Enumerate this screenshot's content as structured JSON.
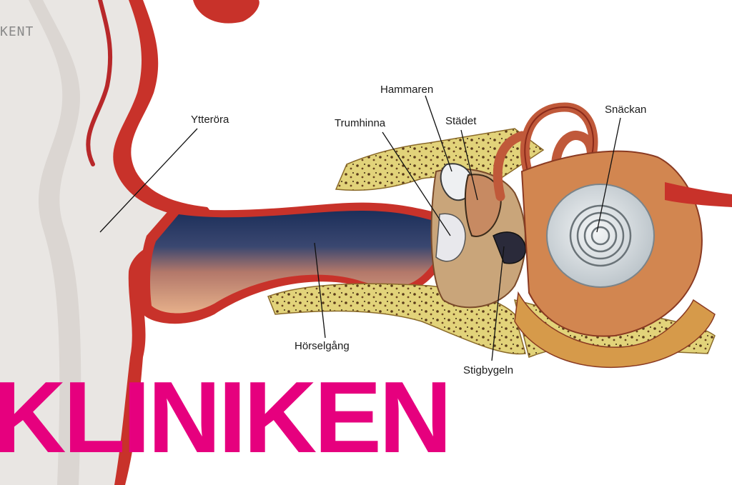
{
  "header_fragment": "KENT",
  "big_word": "KLINIKEN",
  "colors": {
    "brand_magenta": "#e6007e",
    "skin_red": "#c8322a",
    "skin_light": "#e9e6e3",
    "bone_yellow": "#e4d98a",
    "canal_blue": "#1f3a68",
    "cochlea_grey": "#d8dde0"
  },
  "labels": {
    "ytterora": "Ytteröra",
    "trumhinna": "Trumhinna",
    "hammaren": "Hammaren",
    "stadet": "Städet",
    "snackan": "Snäckan",
    "horselgang": "Hörselgång",
    "stigbygeln": "Stigbygeln"
  }
}
